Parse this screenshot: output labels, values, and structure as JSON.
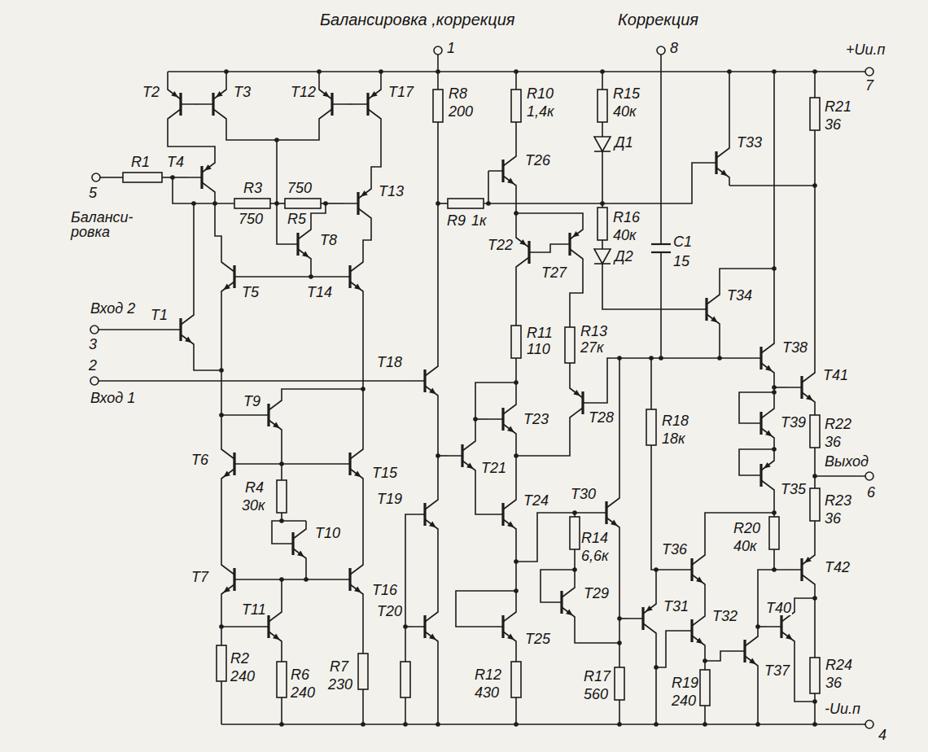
{
  "diagram": {
    "labels": [
      "Балансировка ,коррекция",
      "Коррекция",
      "1",
      "8",
      "+Uи.п",
      "7",
      "T2",
      "T3",
      "T12",
      "T17",
      "R8",
      "200",
      "R10",
      "1,4к",
      "R15",
      "40к",
      "Д1",
      "T33",
      "R21",
      "36",
      "T26",
      "R1",
      "T4",
      "R3",
      "750",
      "750",
      "R5",
      "T13",
      "R9",
      "1к",
      "R16",
      "40к",
      "T8",
      "T22",
      "T27",
      "C1",
      "15",
      "Д2",
      "T5",
      "T14",
      "T34",
      "Вход 2",
      "3",
      "T1",
      "R11",
      "110",
      "R13",
      "27к",
      "T38",
      "2",
      "T18",
      "T41",
      "Вход 1",
      "T9",
      "T28",
      "T23",
      "T39",
      "R18",
      "18к",
      "R22",
      "36",
      "T6",
      "T15",
      "T21",
      "Выход",
      "T35",
      "6",
      "R4",
      "30к",
      "T19",
      "T24",
      "T30",
      "R23",
      "36",
      "R20",
      "40к",
      "R14",
      "6,6к",
      "T10",
      "T36",
      "T42",
      "T7",
      "T16",
      "T29",
      "T31",
      "T40",
      "T11",
      "T20",
      "T32",
      "T25",
      "T37",
      "R2",
      "240",
      "R6",
      "240",
      "R7",
      "230",
      "R12",
      "430",
      "R17",
      "560",
      "R19",
      "240",
      "R24",
      "36",
      "-Uи.п",
      "4",
      "5",
      "Баланси- ровка"
    ]
  }
}
